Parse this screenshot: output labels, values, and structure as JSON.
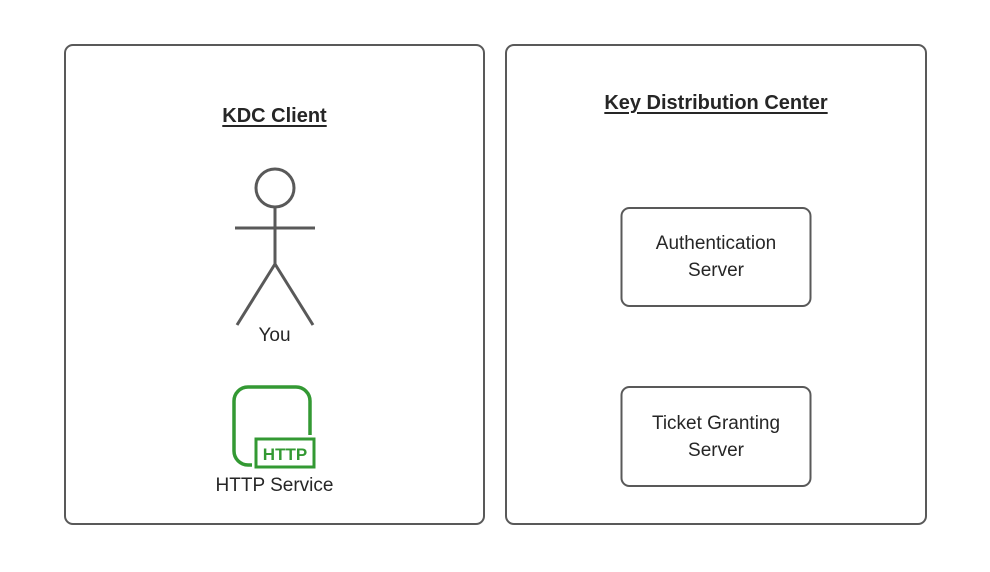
{
  "diagram": {
    "left_panel": {
      "title": "KDC Client",
      "actor_label": "You",
      "http_badge": "HTTP",
      "http_service_label": "HTTP Service"
    },
    "right_panel": {
      "title": "Key Distribution Center",
      "boxes": [
        {
          "label": "Authentication Server"
        },
        {
          "label": "Ticket Granting Server"
        }
      ]
    },
    "colors": {
      "panel_border": "#595959",
      "actor_stroke": "#595959",
      "http_icon_green": "#339933",
      "text": "#262626"
    }
  }
}
